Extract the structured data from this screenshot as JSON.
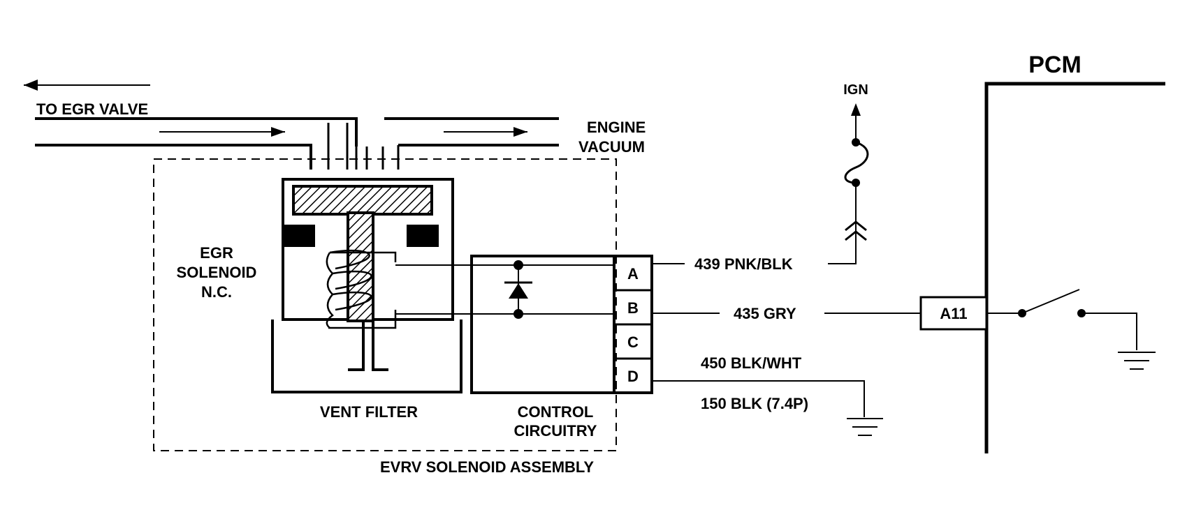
{
  "labels": {
    "to_egr_valve": "TO EGR VALVE",
    "engine": "ENGINE",
    "vacuum": "VACUUM",
    "egr_solenoid_line1": "EGR",
    "egr_solenoid_line2": "SOLENOID",
    "egr_solenoid_line3": "N.C.",
    "vent_filter": "VENT FILTER",
    "control_line1": "CONTROL",
    "control_line2": "CIRCUITRY",
    "assembly": "EVRV SOLENOID ASSEMBLY",
    "ign": "IGN",
    "pcm": "PCM",
    "pcm_terminal": "A11"
  },
  "pins": [
    "A",
    "B",
    "C",
    "D"
  ],
  "wires": {
    "a": "439 PNK/BLK",
    "b": "435 GRY",
    "d1": "450 BLK/WHT",
    "d2": "150 BLK (7.4P)"
  }
}
